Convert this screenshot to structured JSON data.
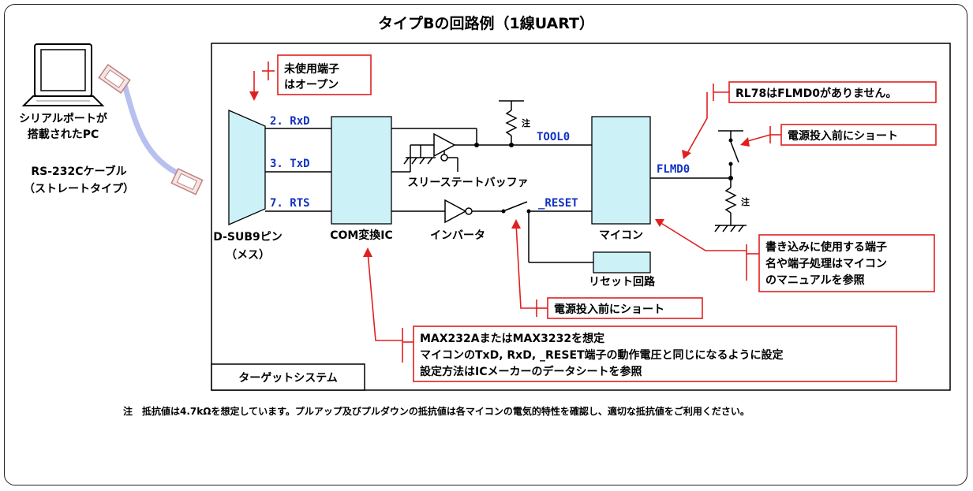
{
  "title": "タイプBの回路例（1線UART）",
  "pc": {
    "label_line1": "シリアルポートが",
    "label_line2": "搭載されたPC"
  },
  "cable": {
    "label_line1": "RS-232Cケーブル",
    "label_line2": "（ストレートタイプ）"
  },
  "dsub": {
    "label_line1": "D-SUB9ピン",
    "label_line2": "（メス）"
  },
  "pins": {
    "rxd": "2. RxD",
    "txd": "3. TxD",
    "rts": "7. RTS"
  },
  "com": {
    "label": "COM変換IC"
  },
  "buffer": {
    "label": "スリーステートバッファ"
  },
  "inverter": {
    "label": "インバータ"
  },
  "mcu": {
    "label": "マイコン"
  },
  "reset_circuit": {
    "label": "リセット回路"
  },
  "signals": {
    "tool0": "TOOL0",
    "reset": "_RESET",
    "flmd0": "FLMD0"
  },
  "resistor_note": "注",
  "target_label": "ターゲットシステム",
  "callouts": {
    "unused_line1": "未使用端子",
    "unused_line2": "はオープン",
    "rl78": "RL78はFLMD0がありません。",
    "short_top": "電源投入前にショート",
    "short_bottom": "電源投入前にショート",
    "pins_line1": "書き込みに使用する端子",
    "pins_line2": "名や端子処理はマイコン",
    "pins_line3": "のマニュアルを参照",
    "max_line1": "MAX232AまたはMAX3232を想定",
    "max_line2": "マイコンのTxD, RxD, _RESET端子の動作電圧と同じになるように設定",
    "max_line3": "設定方法はICメーカーのデータシートを参照"
  },
  "footnote": "注　抵抗値は4.7kΩを想定しています。プルアップ及びプルダウンの抵抗値は各マイコンの電気的特性を確認し、適切な抵抗値をご利用ください。",
  "colors": {
    "accent_red": "#e02020",
    "box_fill": "#ccf2f8",
    "signal_blue": "#1030c0",
    "cable": "#b8c0f0"
  }
}
